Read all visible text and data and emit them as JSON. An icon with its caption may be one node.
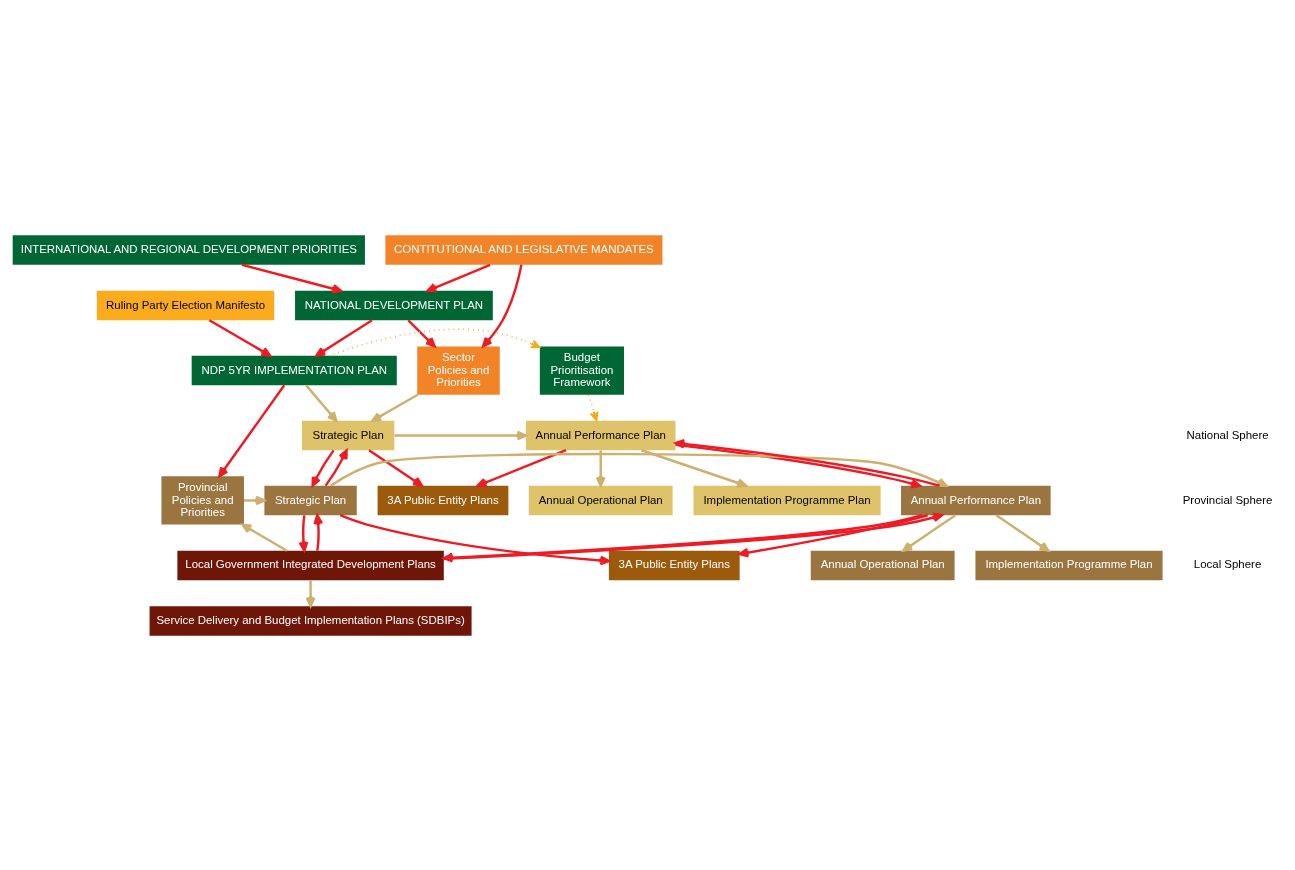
{
  "diagram": {
    "nodes": [
      {
        "text": [
          "INTERNATIONAL AND REGIONAL DEVELOPMENT PRIORITIES"
        ]
      },
      {
        "text": [
          "CONTITUTIONAL AND LEGISLATIVE MANDATES"
        ]
      },
      {
        "text": [
          "Ruling Party Election Manifesto"
        ]
      },
      {
        "text": [
          "NATIONAL DEVELOPMENT PLAN"
        ]
      },
      {
        "text": [
          "NDP 5YR IMPLEMENTATION PLAN"
        ]
      },
      {
        "text": [
          "Budget Prioritisation Framework"
        ]
      },
      {
        "text": [
          "Sector Policies and Priorities"
        ]
      },
      {
        "text": [
          "Strategic Plan"
        ]
      },
      {
        "text": [
          "Annual Performance Plan"
        ]
      },
      {
        "text": [
          "3A Public Entity Plans"
        ]
      },
      {
        "text": [
          "Annual Operational Plan"
        ]
      },
      {
        "text": [
          "Implementation Programme Plan"
        ]
      },
      {
        "text": [
          "Provincial Policies and Priorities"
        ]
      },
      {
        "text": [
          "Strategic Plan"
        ]
      },
      {
        "text": [
          "Annual Performance Plan"
        ]
      },
      {
        "text": [
          "3A Public Entity Plans"
        ]
      },
      {
        "text": [
          "Annual Operational Plan"
        ]
      },
      {
        "text": [
          "Implementation Programme Plan"
        ]
      },
      {
        "text": [
          "Local Government Integrated Development Plans"
        ]
      },
      {
        "text": [
          "Service Delivery and Budget Implementation Plans (SDBIPs)"
        ]
      }
    ],
    "edges": [
      {
        "from": 0,
        "to": 3,
        "arrow": "to"
      },
      {
        "from": 1,
        "to": 3,
        "arrow": "to"
      },
      {
        "from": 1,
        "to": 6,
        "arrow": "to"
      },
      {
        "from": 2,
        "to": 4,
        "arrow": "to"
      },
      {
        "from": 3,
        "to": 4,
        "arrow": "to"
      },
      {
        "from": 3,
        "to": 6,
        "arrow": "to"
      },
      {
        "from": 4,
        "to": 5,
        "arrow": "to",
        "style": "dashed",
        "color": "#f5a81c"
      },
      {
        "from": 5,
        "to": 8,
        "arrow": "to",
        "style": "dashed",
        "color": "#f5a81c"
      },
      {
        "from": 6,
        "to": 7,
        "arrow": "to",
        "color": "#cdb06e"
      },
      {
        "from": 4,
        "to": 7,
        "arrow": "to",
        "color": "#cdb06e"
      },
      {
        "from": 7,
        "to": 8,
        "arrow": "to",
        "color": "#cdb06e"
      },
      {
        "from": 7,
        "to": 9,
        "arrow": "to"
      },
      {
        "from": 8,
        "to": 9,
        "arrow": "to"
      },
      {
        "from": 8,
        "to": 10,
        "arrow": "to",
        "color": "#cdb06e"
      },
      {
        "from": 8,
        "to": 11,
        "arrow": "to",
        "color": "#cdb06e"
      },
      {
        "from": 4,
        "to": 12,
        "arrow": "to"
      },
      {
        "from": 7,
        "to": 13,
        "arrow": "to"
      },
      {
        "from": 13,
        "to": 7,
        "arrow": "to"
      },
      {
        "from": 8,
        "to": 14,
        "arrow": "to"
      },
      {
        "from": 14,
        "to": 8,
        "arrow": "to"
      },
      {
        "from": 12,
        "to": 13,
        "arrow": "to",
        "color": "#cdb06e"
      },
      {
        "from": 13,
        "to": 14,
        "arrow": "to",
        "color": "#cdb06e"
      },
      {
        "from": 13,
        "to": 15,
        "arrow": "to"
      },
      {
        "from": 14,
        "to": 15,
        "arrow": "to"
      },
      {
        "from": 14,
        "to": 16,
        "arrow": "to",
        "color": "#cdb06e"
      },
      {
        "from": 14,
        "to": 17,
        "arrow": "to",
        "color": "#cdb06e"
      },
      {
        "from": 13,
        "to": 18,
        "arrow": "to"
      },
      {
        "from": 18,
        "to": 13,
        "arrow": "to"
      },
      {
        "from": 14,
        "to": 18,
        "arrow": "to"
      },
      {
        "from": 18,
        "to": 14,
        "arrow": "to"
      },
      {
        "from": 18,
        "to": 12,
        "arrow": "to",
        "color": "#cdb06e"
      },
      {
        "from": 18,
        "to": 19,
        "arrow": "to",
        "color": "#cdb06e"
      }
    ],
    "labels": [
      "National Sphere",
      "Provincial Sphere",
      "Local Sphere"
    ]
  }
}
